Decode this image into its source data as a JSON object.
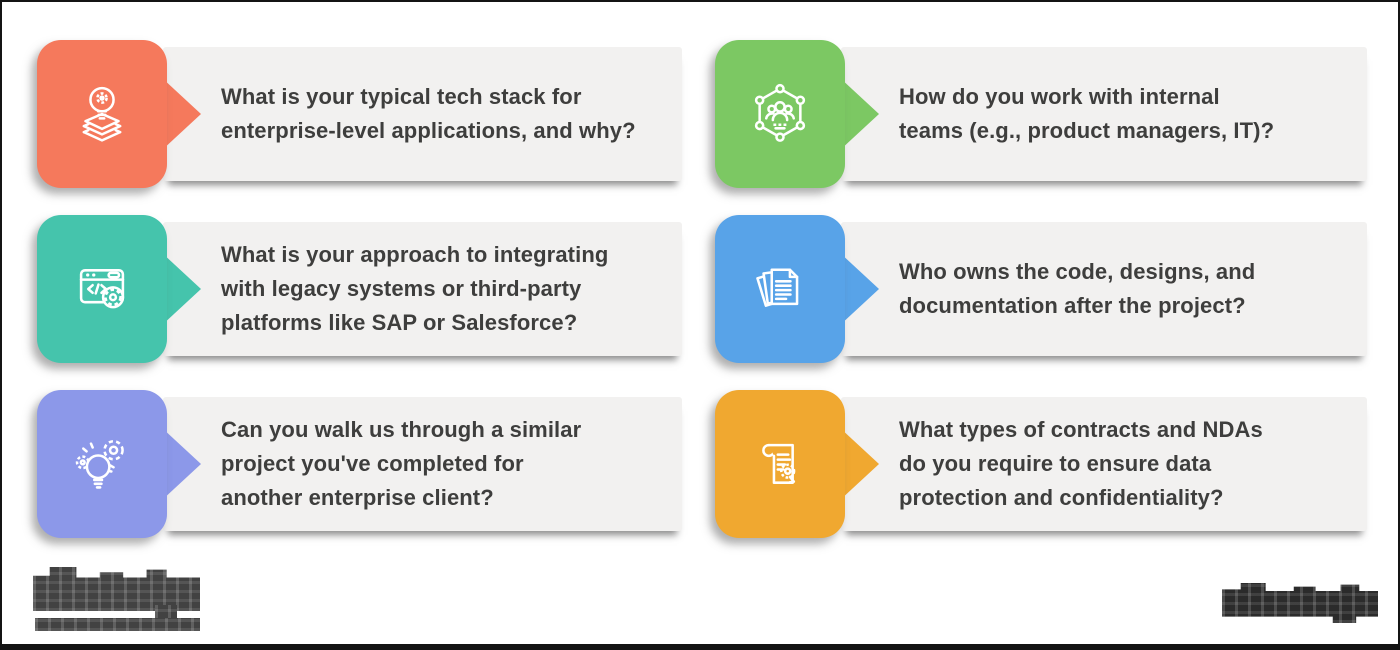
{
  "palette": {
    "background": "#FFFFFF",
    "frame_border": "#141414",
    "panel_background": "#F2F1F0",
    "question_text": "#3E3E3D",
    "watermark_left": "#424242",
    "watermark_right": "#2B2B2B"
  },
  "cards": [
    {
      "icon": "idea-stack-icon",
      "color": "#F5795C",
      "question": "What is your typical tech stack for enterprise-level applications, and why?",
      "lines": [
        "What is your typical tech stack for",
        "enterprise-level applications, and why?"
      ]
    },
    {
      "icon": "team-network-icon",
      "color": "#7CC863",
      "question": "How do you work with internal teams (e.g., product managers, IT)?",
      "lines": [
        "How do you work with internal",
        "teams (e.g., product managers, IT)?"
      ]
    },
    {
      "icon": "code-integration-icon",
      "color": "#45C4AC",
      "question": "What is your approach to integrating with legacy systems or third-party platforms like SAP or Salesforce?",
      "lines": [
        "What is your approach to integrating",
        "with legacy systems or third-party",
        "platforms like SAP or Salesforce?"
      ]
    },
    {
      "icon": "documents-stack-icon",
      "color": "#58A3E8",
      "question": "Who owns the code, designs, and documentation after the project?",
      "lines": [
        "Who owns the code, designs, and",
        "documentation after the project?"
      ]
    },
    {
      "icon": "innovation-gears-icon",
      "color": "#8C98E9",
      "question": "Can you walk us through a similar project you've completed for another enterprise client?",
      "lines": [
        "Can you walk us through a similar",
        "project you've completed for",
        "another enterprise client?"
      ]
    },
    {
      "icon": "contract-seal-icon",
      "color": "#F0A830",
      "question": "What types of contracts and NDAs do you require to ensure data protection and confidentiality?",
      "lines": [
        "What types of contracts and NDAs",
        "do you require to ensure data",
        "protection and confidentiality?"
      ]
    }
  ],
  "watermarks": {
    "left": "blurred-logo-with-underline",
    "right": "blurred-logo"
  }
}
